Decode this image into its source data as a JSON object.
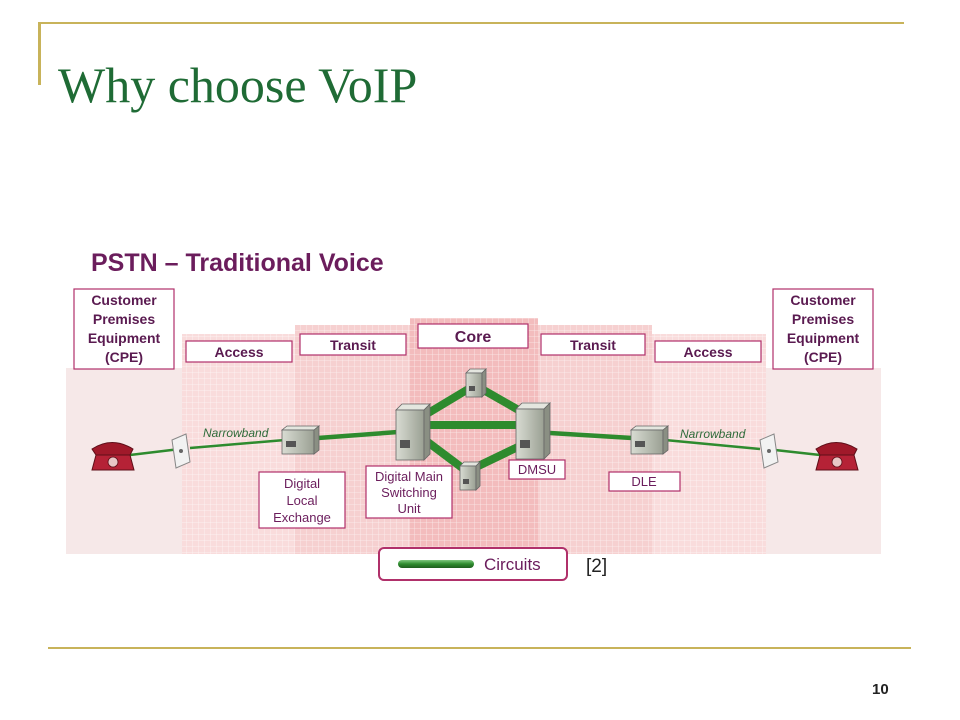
{
  "slide": {
    "title": "Why choose VoIP",
    "page_number": "10"
  },
  "diagram": {
    "title": "PSTN – Traditional Voice",
    "cpe_left": [
      "Customer",
      "Premises",
      "Equipment",
      "(CPE)"
    ],
    "cpe_right": [
      "Customer",
      "Premises",
      "Equipment",
      "(CPE)"
    ],
    "zones": {
      "access_left": "Access",
      "transit_left": "Transit",
      "core": "Core",
      "transit_right": "Transit",
      "access_right": "Access"
    },
    "link_labels": {
      "narrowband_left": "Narrowband",
      "narrowband_right": "Narrowband"
    },
    "nodes": {
      "dle_left": [
        "Digital",
        "Local",
        "Exchange"
      ],
      "dmsu_left": [
        "Digital Main",
        "Switching",
        "Unit"
      ],
      "dmsu_right": "DMSU",
      "dle_right": "DLE"
    },
    "legend": {
      "circuits": "Circuits",
      "reference": "[2]"
    },
    "colors": {
      "circuit_green": "#2e8b2e",
      "label_purple": "#6b1d5c",
      "box_border": "#b0306a",
      "zone_pink": "#f6cfd0",
      "phone_red": "#a0192a"
    }
  }
}
